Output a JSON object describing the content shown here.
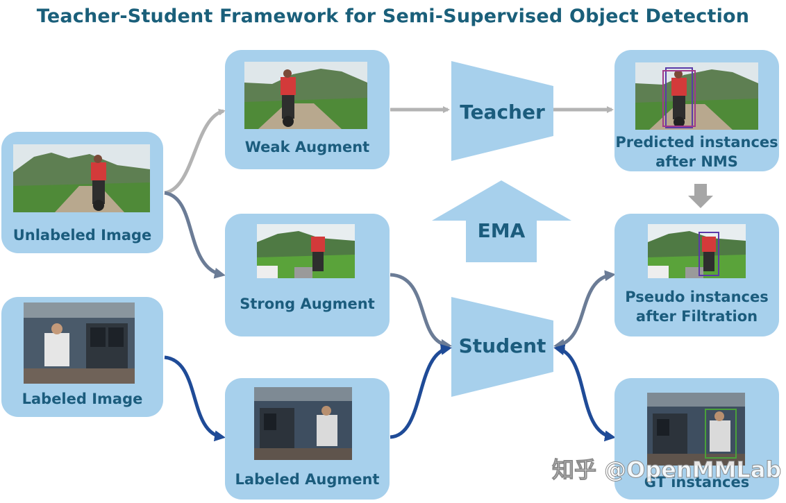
{
  "title": "Teacher-Student Framework for Semi-Supervised Object Detection",
  "boxes": {
    "unlabeled": "Unlabeled Image",
    "labeled": "Labeled Image",
    "weak": "Weak Augment",
    "strong": "Strong Augment",
    "labeled_aug": "Labeled Augment",
    "predicted_line1": "Predicted instances",
    "predicted_line2": "after NMS",
    "pseudo_line1": "Pseudo instances",
    "pseudo_line2": "after Filtration",
    "gt": "GT instances"
  },
  "models": {
    "teacher": "Teacher",
    "student": "Student",
    "ema": "EMA"
  },
  "watermark": "知乎 @OpenMMLab",
  "colors": {
    "box_fill": "#a7d0ec",
    "text": "#1b5c7d",
    "title": "#1a5f7a",
    "arrow_gray": "#b3b3b3",
    "arrow_slate": "#6b7c96",
    "arrow_navy": "#1f4b97"
  }
}
